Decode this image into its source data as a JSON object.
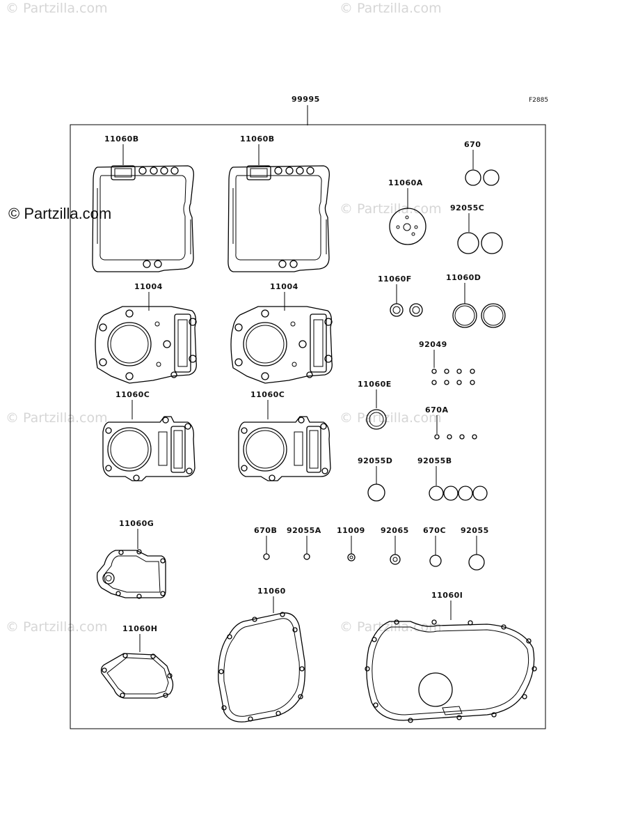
{
  "diagram": {
    "kit_number": "99995",
    "figure_code": "F2885",
    "brand_mark": "© Partzilla.com",
    "watermark_text": "© Partzilla.com",
    "parts": [
      "11060B",
      "11060B",
      "670",
      "11060A",
      "92055C",
      "11004",
      "11004",
      "11060F",
      "11060D",
      "92049",
      "11060C",
      "11060C",
      "11060E",
      "670A",
      "92055D",
      "92055B",
      "11060G",
      "670B",
      "92055A",
      "11009",
      "92065",
      "670C",
      "92055",
      "11060H",
      "11060",
      "11060I"
    ]
  }
}
